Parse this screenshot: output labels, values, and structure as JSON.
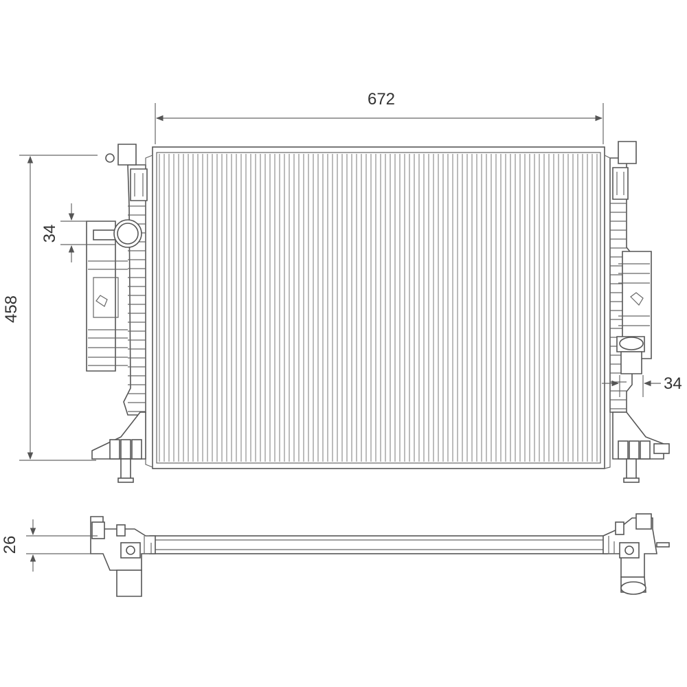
{
  "dimensions": {
    "width": "672",
    "height": "458",
    "left_outlet_diameter": "34",
    "right_outlet_diameter": "34",
    "core_depth": "26"
  },
  "colors": {
    "line": "#555555",
    "text": "#333333",
    "background": "#ffffff"
  }
}
